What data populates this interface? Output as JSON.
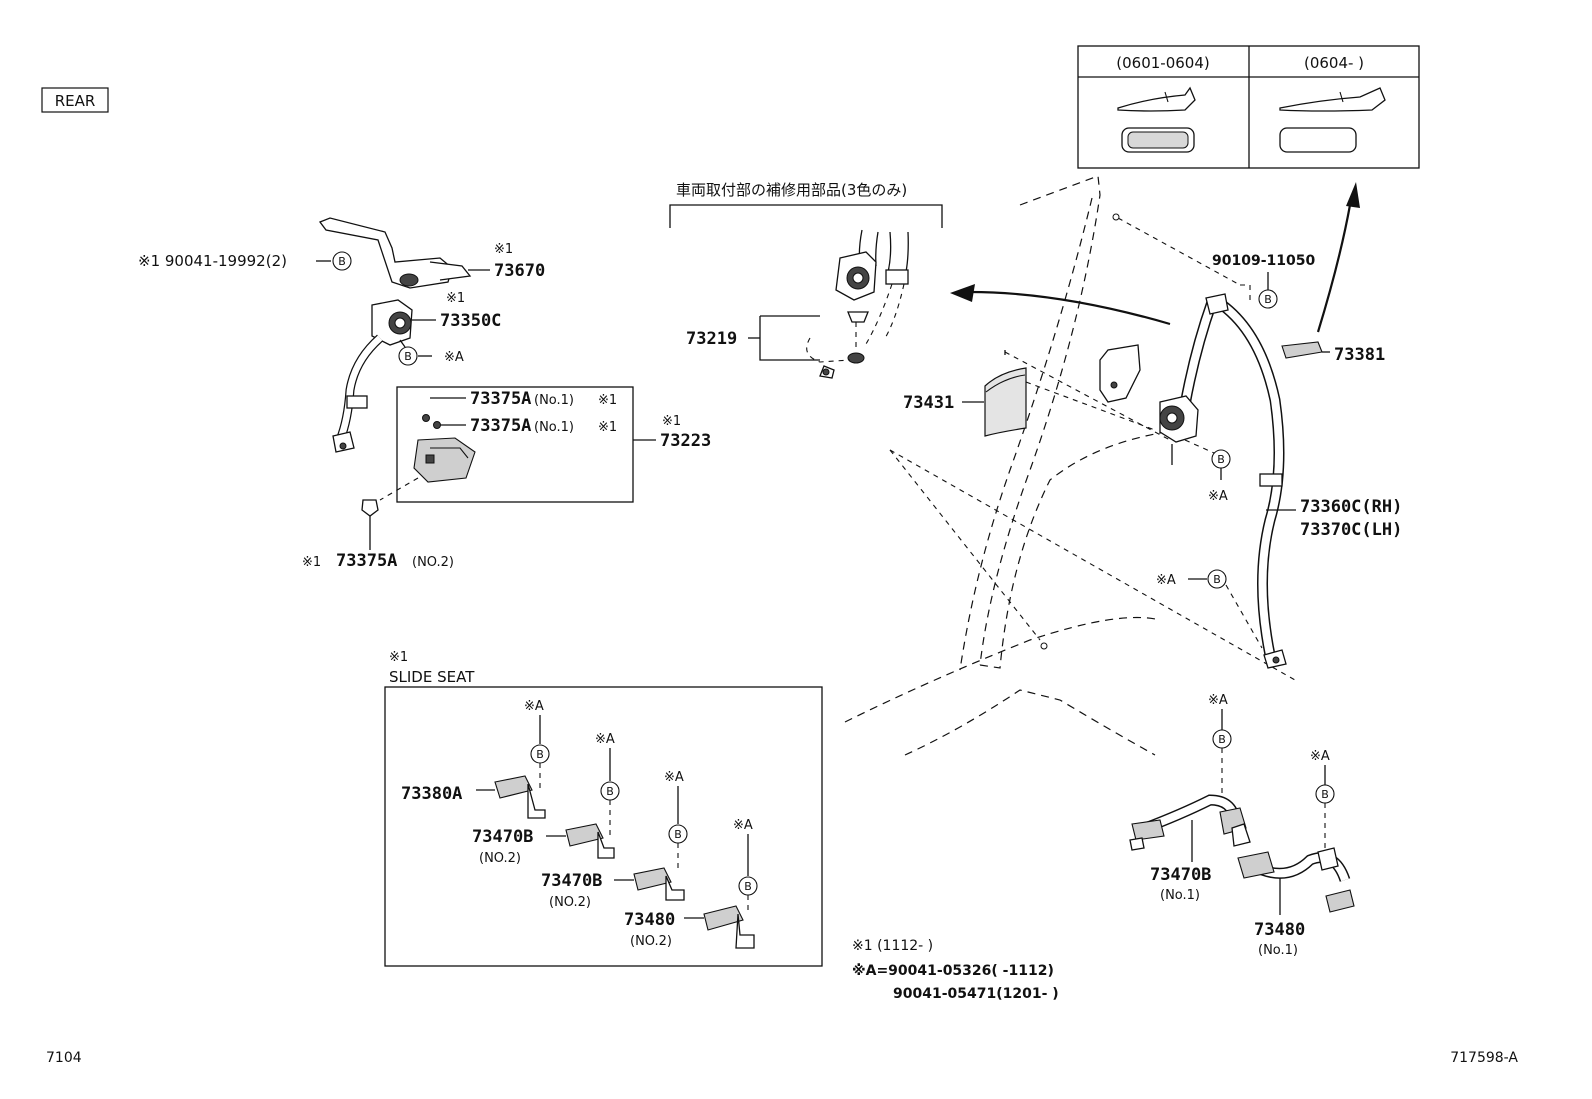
{
  "view_label": "REAR",
  "figure_id": "7104",
  "drawing_id": "717598-A",
  "repair_note": "車両取付部の補修用部品(3色のみ)",
  "variant_table": {
    "headers": [
      "(0601-0604)",
      "(0604-      )"
    ]
  },
  "callouts": {
    "bolt_90041_19992": "※1 90041-19992(2)",
    "p73670_mark": "※1",
    "p73670": "73670",
    "p73350c_mark": "※1",
    "p73350c": "73350C",
    "b_a_upper": "※A",
    "p73375a_1a": "73375A",
    "p73375a_1a_sub": "(No.1)",
    "p73375a_1a_mark": "※1",
    "p73375a_1b": "73375A",
    "p73375a_1b_sub": "(No.1)",
    "p73375a_1b_mark": "※1",
    "p73223_mark": "※1",
    "p73223": "73223",
    "p73375a_2_mark": "※1",
    "p73375a_2": "73375A",
    "p73375a_2_sub": "(NO.2)",
    "p73219": "73219",
    "p73431": "73431",
    "p90109": "90109-11050",
    "p73381": "73381",
    "b_a_right1": "※A",
    "p73360c": "73360C(RH)",
    "p73370c": "73370C(LH)",
    "b_a_right2": "※A",
    "slide_mark": "※1",
    "slide_seat": "SLIDE SEAT",
    "a1": "※A",
    "a2": "※A",
    "a3": "※A",
    "a4": "※A",
    "p73380a": "73380A",
    "p73470b_slide1": "73470B",
    "p73470b_slide1_sub": "(NO.2)",
    "p73470b_slide2": "73470B",
    "p73470b_slide2_sub": "(NO.2)",
    "p73480_slide": "73480",
    "p73480_slide_sub": "(NO.2)",
    "a5": "※A",
    "a6": "※A",
    "p73470b_no1": "73470B",
    "p73470b_no1_sub": "(No.1)",
    "p73480_no1": "73480",
    "p73480_no1_sub": "(No.1)",
    "b_letter": "B"
  },
  "notes": {
    "n1": "※1 (1112-      )",
    "n2": "※A=90041-05326(      -1112)",
    "n3": "90041-05471(1201-      )"
  }
}
